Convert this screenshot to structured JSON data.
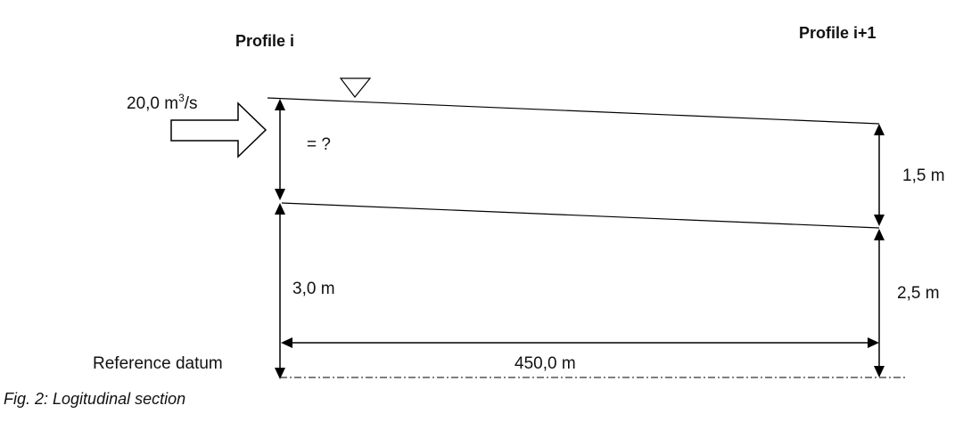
{
  "profile_left": "Profile i",
  "profile_right": "Profile i+1",
  "discharge": {
    "value": "20,0 m",
    "exponent": "3",
    "unit": "/s"
  },
  "unknown_label": "= ?",
  "depth_right": "1,5 m",
  "bed_left": "3,0 m",
  "bed_right": "2,5 m",
  "distance": "450,0 m",
  "datum_label": "Reference datum",
  "caption": "Fig. 2: Logitudinal section"
}
